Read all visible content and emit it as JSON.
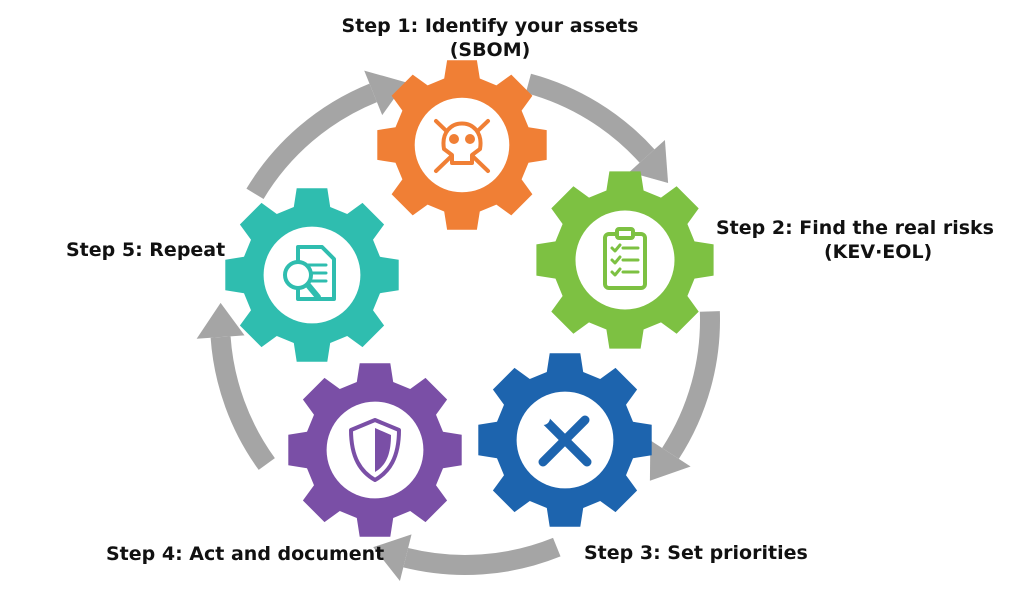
{
  "title": "SBOM risk management cycle",
  "steps": [
    {
      "line1": "Step 1: Identify your assets",
      "line2": "(SBOM)",
      "color": "#F07F35",
      "icon": "skull-crossbones-icon"
    },
    {
      "line1": "Step 2: Find the real risks",
      "line2": "(KEV·EOL)",
      "color": "#7DC142",
      "icon": "clipboard-checklist-icon"
    },
    {
      "line1": "Step 3: Set priorities",
      "color": "#1D64AE",
      "icon": "wrench-screwdriver-icon"
    },
    {
      "line1": "Step 4: Act and document",
      "color": "#7A4FA6",
      "icon": "shield-icon"
    },
    {
      "line1": "Step 5: Repeat",
      "color": "#2FBDAF",
      "icon": "document-search-icon"
    }
  ],
  "arrow_color": "#A5A5A5"
}
